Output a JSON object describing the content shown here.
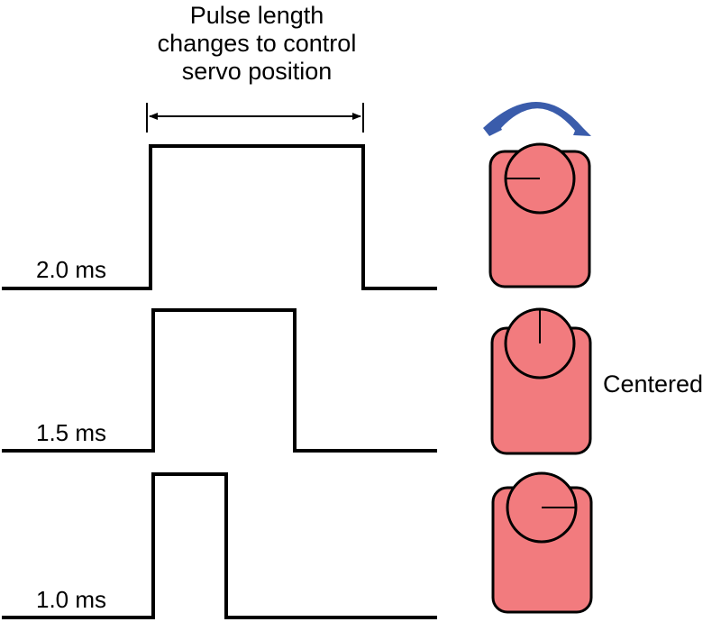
{
  "title": {
    "line1": "Pulse length",
    "line2": "changes to control",
    "line3": "servo position"
  },
  "pulses": [
    {
      "label": "2.0 ms",
      "pulse_width_ms": 2.0
    },
    {
      "label": "1.5 ms",
      "pulse_width_ms": 1.5
    },
    {
      "label": "1.0 ms",
      "pulse_width_ms": 1.0
    }
  ],
  "servos": [
    {
      "pointer_direction": "left",
      "has_rotation_arrow": true
    },
    {
      "pointer_direction": "up",
      "label": "Centered"
    },
    {
      "pointer_direction": "right"
    }
  ],
  "colors": {
    "servo_body": "#f27b7e",
    "rotation_arrow": "#3a5cab",
    "line": "#000000"
  }
}
